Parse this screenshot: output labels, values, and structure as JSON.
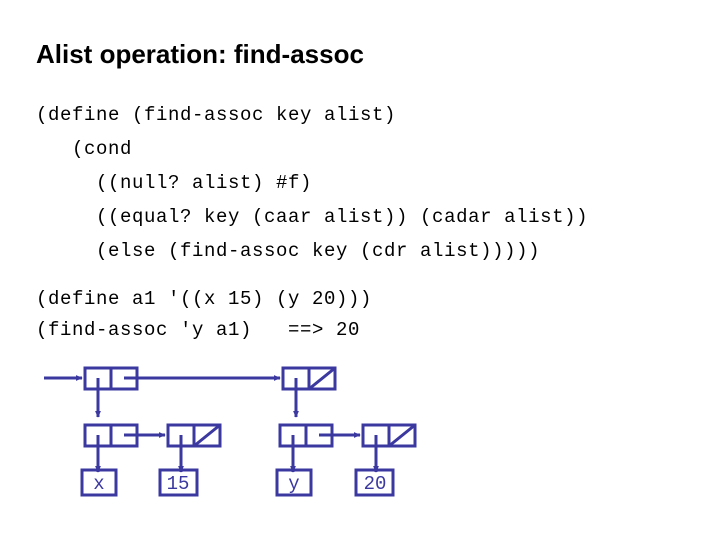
{
  "slide": {
    "title": "Alist operation: find-assoc",
    "background": "#ffffff",
    "text_color": "#000000",
    "diagram_color": "#3b38a0"
  },
  "code": {
    "lines": [
      "(define (find-assoc key alist)",
      "   (cond",
      "     ((null? alist) #f)",
      "     ((equal? key (caar alist)) (cadar alist))",
      "     (else (find-assoc key (cdr alist)))))"
    ]
  },
  "example": {
    "lines": [
      "(define a1 '((x 15) (y 20)))",
      "(find-assoc 'y a1)   ==> 20"
    ]
  },
  "diagram": {
    "type": "box-and-pointer",
    "color": "#3b38a0",
    "leaves": [
      {
        "id": "leaf-x",
        "label": "x"
      },
      {
        "id": "leaf-15",
        "label": "15"
      },
      {
        "id": "leaf-y",
        "label": "y"
      },
      {
        "id": "leaf-20",
        "label": "20"
      }
    ],
    "cells": [
      {
        "id": "top-cell-1",
        "null_cdr": false
      },
      {
        "id": "top-cell-2",
        "null_cdr": true
      },
      {
        "id": "pair-x-cell-1",
        "null_cdr": false
      },
      {
        "id": "pair-x-cell-2",
        "null_cdr": true
      },
      {
        "id": "pair-y-cell-1",
        "null_cdr": false
      },
      {
        "id": "pair-y-cell-2",
        "null_cdr": true
      }
    ]
  }
}
